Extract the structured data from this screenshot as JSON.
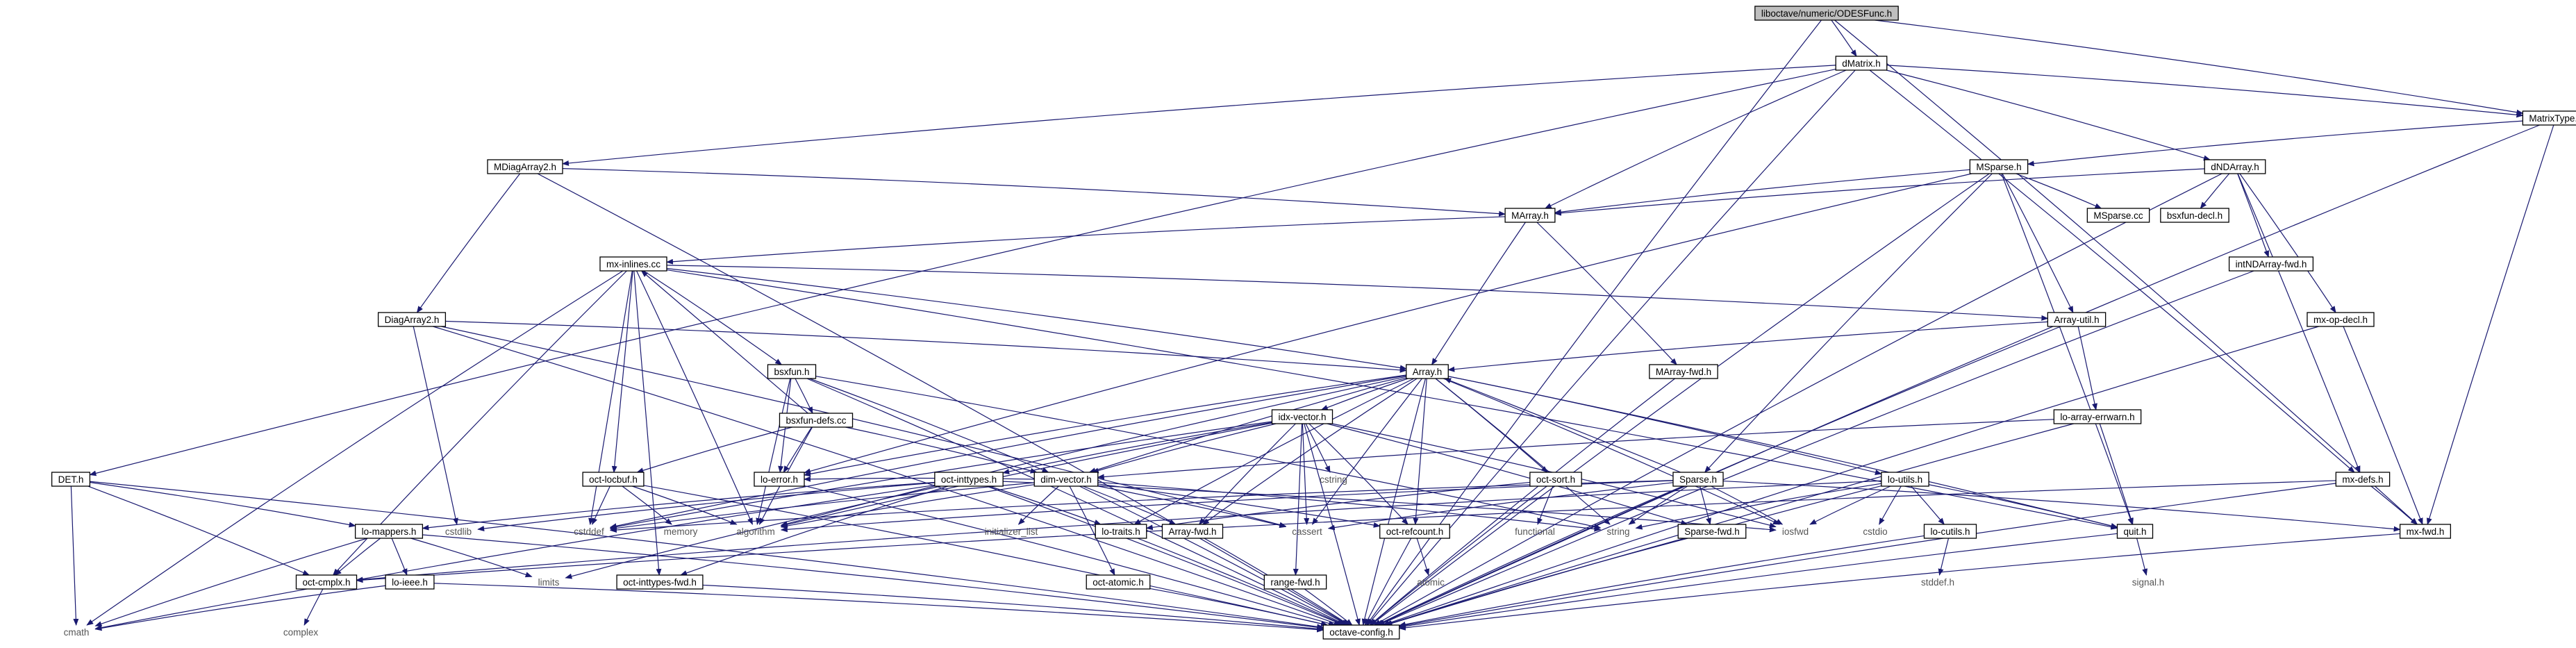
{
  "graph": {
    "root": "liboctave/numeric/ODESFunc.h",
    "nodes": {
      "root": "liboctave/numeric/ODESFunc.h",
      "dmatrix": "dMatrix.h",
      "matrixtype": "MatrixType.h",
      "mdiagarray2": "MDiagArray2.h",
      "msparse": "MSparse.h",
      "dndarray": "dNDArray.h",
      "marray": "MArray.h",
      "msparse_cc": "MSparse.cc",
      "bsxfun_decl": "bsxfun-decl.h",
      "mx_inlines": "mx-inlines.cc",
      "intndarray_fwd": "intNDArray-fwd.h",
      "diagarray2": "DiagArray2.h",
      "array_util": "Array-util.h",
      "mx_op_decl": "mx-op-decl.h",
      "array": "Array.h",
      "marray_fwd": "MArray-fwd.h",
      "bsxfun": "bsxfun.h",
      "idx_vector": "idx-vector.h",
      "lo_array_errwarn": "lo-array-errwarn.h",
      "bsxfun_defs": "bsxfun-defs.cc",
      "det": "DET.h",
      "oct_inttypes": "oct-inttypes.h",
      "dim_vector": "dim-vector.h",
      "oct_locbuf": "oct-locbuf.h",
      "lo_error": "lo-error.h",
      "oct_sort": "oct-sort.h",
      "sparse": "Sparse.h",
      "lo_utils": "lo-utils.h",
      "mx_defs": "mx-defs.h",
      "cstring": "cstring",
      "lo_mappers": "lo-mappers.h",
      "cstdlib": "cstdlib",
      "cstddef": "cstddef",
      "memory": "memory",
      "algorithm": "algorithm",
      "initializer_list": "initializer_list",
      "lo_traits": "lo-traits.h",
      "array_fwd": "Array-fwd.h",
      "cassert": "cassert",
      "oct_refcount": "oct-refcount.h",
      "functional": "functional",
      "string": "string",
      "sparse_fwd": "Sparse-fwd.h",
      "iosfwd": "iosfwd",
      "cstdio": "cstdio",
      "lo_cutils": "lo-cutils.h",
      "quit": "quit.h",
      "mx_fwd": "mx-fwd.h",
      "oct_cmplx": "oct-cmplx.h",
      "lo_ieee": "lo-ieee.h",
      "limits": "limits",
      "oct_inttypes_fwd": "oct-inttypes-fwd.h",
      "oct_atomic": "oct-atomic.h",
      "range_fwd": "range-fwd.h",
      "atomic": "atomic",
      "stddef_h": "stddef.h",
      "signal_h": "signal.h",
      "complex": "complex",
      "cmath": "cmath",
      "octave_config": "octave-config.h"
    }
  }
}
